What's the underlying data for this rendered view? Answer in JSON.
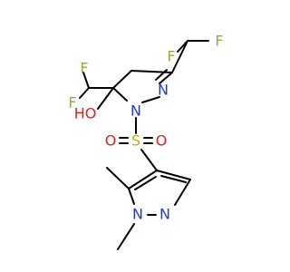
{
  "colors": {
    "background": "#ffffff",
    "bond": "#000000",
    "fluorine": "#90b030",
    "oxygen": "#e02020",
    "nitrogen": "#2038e0",
    "sulfur": "#c8b000"
  },
  "atoms": {
    "f_top_left": "F",
    "f_top_right": "F",
    "f_left_upper": "F",
    "f_left_lower": "F",
    "hydroxyl": "HO",
    "n_ring_imine": "N",
    "n_ring_sulfonyl": "N",
    "sulfur": "S",
    "o_sulfonyl_left": "O",
    "o_sulfonyl_right": "O",
    "n_pyrazole_ring": "N",
    "n_pyrazole_methyl": "N"
  }
}
